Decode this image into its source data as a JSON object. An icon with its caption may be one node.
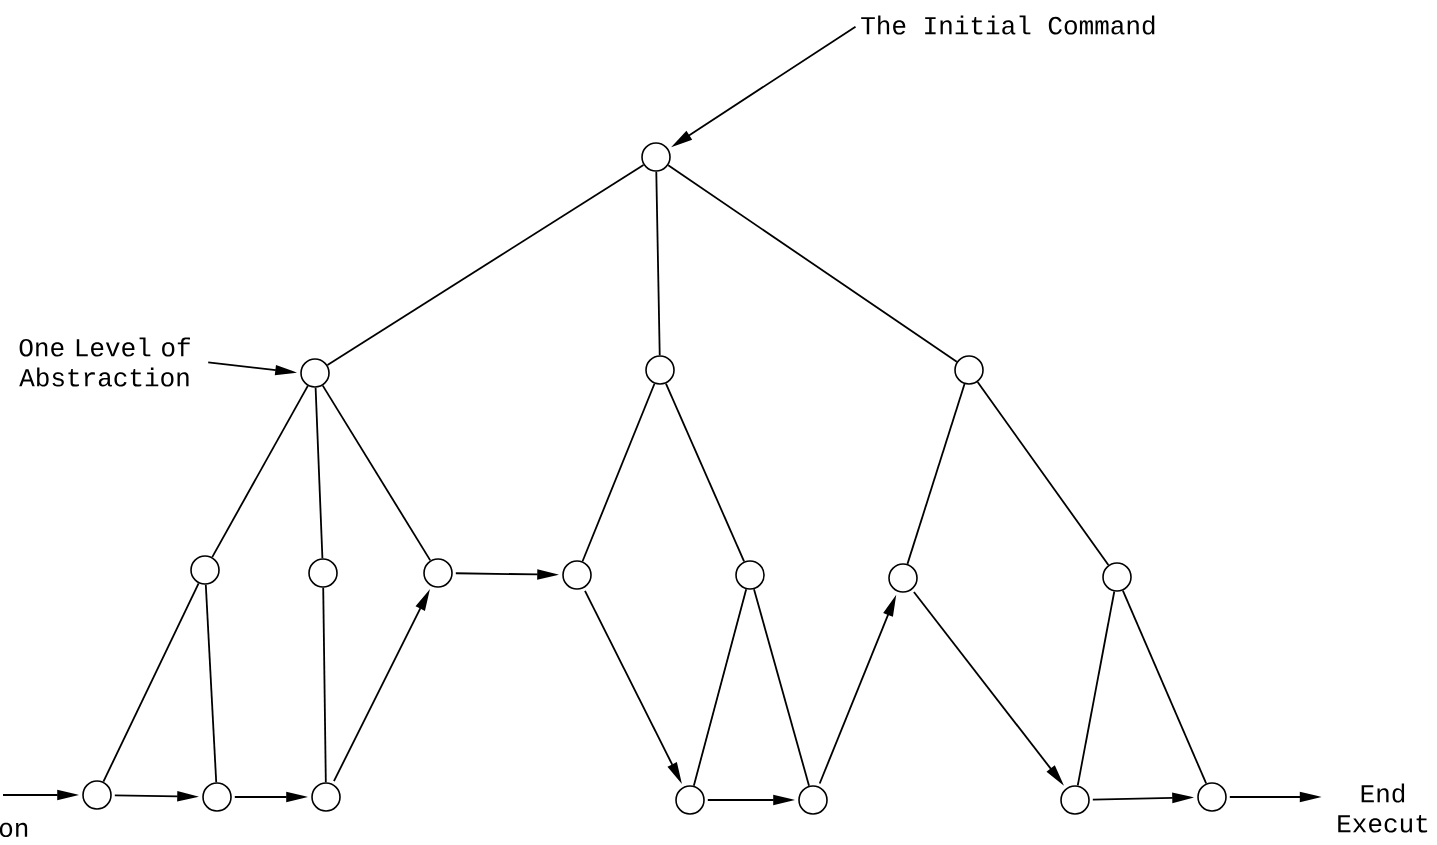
{
  "diagram": {
    "nodes": [
      {
        "text": [
          "The Initial Command"
        ]
      },
      {
        "text": [],
        "shape": "circle"
      },
      {
        "text": [
          "One Level of Abstraction"
        ]
      },
      {
        "text": [],
        "shape": "circle"
      },
      {
        "text": [],
        "shape": "circle"
      },
      {
        "text": [],
        "shape": "circle"
      },
      {
        "text": [],
        "shape": "circle"
      },
      {
        "text": [],
        "shape": "circle"
      },
      {
        "text": [],
        "shape": "circle"
      },
      {
        "text": [],
        "shape": "circle"
      },
      {
        "text": [],
        "shape": "circle"
      },
      {
        "text": [],
        "shape": "circle"
      },
      {
        "text": [],
        "shape": "circle"
      },
      {
        "text": [],
        "shape": "circle"
      },
      {
        "text": [],
        "shape": "circle"
      },
      {
        "text": [],
        "shape": "circle"
      },
      {
        "text": [],
        "shape": "circle"
      },
      {
        "text": [],
        "shape": "circle"
      },
      {
        "text": [],
        "shape": "circle"
      },
      {
        "text": [],
        "shape": "circle"
      },
      {
        "text": [
          "End Execut"
        ]
      }
    ],
    "edges": [
      {
        "from": 1,
        "to": 3,
        "arrow": "none"
      },
      {
        "from": 1,
        "to": 4,
        "arrow": "none"
      },
      {
        "from": 1,
        "to": 5,
        "arrow": "none"
      },
      {
        "from": 3,
        "to": 6,
        "arrow": "none"
      },
      {
        "from": 3,
        "to": 7,
        "arrow": "none"
      },
      {
        "from": 3,
        "to": 8,
        "arrow": "none"
      },
      {
        "from": 4,
        "to": 9,
        "arrow": "none"
      },
      {
        "from": 4,
        "to": 10,
        "arrow": "none"
      },
      {
        "from": 5,
        "to": 11,
        "arrow": "none"
      },
      {
        "from": 5,
        "to": 12,
        "arrow": "none"
      },
      {
        "from": 6,
        "to": 13,
        "arrow": "none"
      },
      {
        "from": 6,
        "to": 14,
        "arrow": "none"
      },
      {
        "from": 7,
        "to": 15,
        "arrow": "none"
      },
      {
        "from": 10,
        "to": 16,
        "arrow": "none"
      },
      {
        "from": 10,
        "to": 17,
        "arrow": "none"
      },
      {
        "from": 12,
        "to": 18,
        "arrow": "none"
      },
      {
        "from": 12,
        "to": 19,
        "arrow": "none"
      },
      {
        "from": 0,
        "to": 1,
        "arrow": "to"
      },
      {
        "from": 2,
        "to": 3,
        "arrow": "to"
      },
      {
        "from": null,
        "to": 13,
        "arrow": "to"
      },
      {
        "from": 13,
        "to": 14,
        "arrow": "to"
      },
      {
        "from": 14,
        "to": 15,
        "arrow": "to"
      },
      {
        "from": 15,
        "to": 8,
        "arrow": "to"
      },
      {
        "from": 8,
        "to": 9,
        "arrow": "to"
      },
      {
        "from": 9,
        "to": 16,
        "arrow": "to"
      },
      {
        "from": 16,
        "to": 17,
        "arrow": "to"
      },
      {
        "from": 17,
        "to": 11,
        "arrow": "to"
      },
      {
        "from": 11,
        "to": 18,
        "arrow": "to"
      },
      {
        "from": 18,
        "to": 19,
        "arrow": "to"
      },
      {
        "from": 19,
        "to": 20,
        "arrow": "to"
      }
    ],
    "labels": [
      "on"
    ]
  }
}
